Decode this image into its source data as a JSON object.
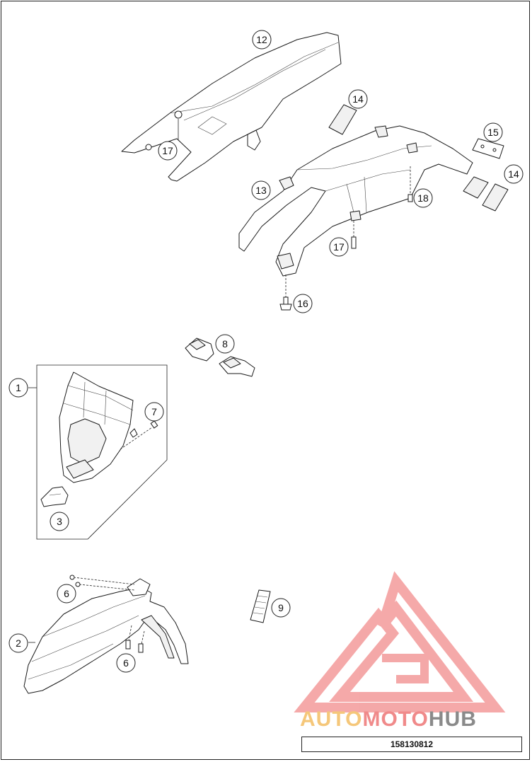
{
  "callouts": [
    {
      "id": "c12",
      "label": "12"
    },
    {
      "id": "c14a",
      "label": "14"
    },
    {
      "id": "c15",
      "label": "15"
    },
    {
      "id": "c14b",
      "label": "14"
    },
    {
      "id": "c17a",
      "label": "17"
    },
    {
      "id": "c13",
      "label": "13"
    },
    {
      "id": "c18",
      "label": "18"
    },
    {
      "id": "c17b",
      "label": "17"
    },
    {
      "id": "c16",
      "label": "16"
    },
    {
      "id": "c8",
      "label": "8"
    },
    {
      "id": "c1",
      "label": "1"
    },
    {
      "id": "c7",
      "label": "7"
    },
    {
      "id": "c3",
      "label": "3"
    },
    {
      "id": "c6a",
      "label": "6"
    },
    {
      "id": "c9",
      "label": "9"
    },
    {
      "id": "c2",
      "label": "2"
    },
    {
      "id": "c6b",
      "label": "6"
    }
  ],
  "watermark": {
    "part1": "AUTO",
    "part2": "MOTO",
    "part3": "HUB",
    "color_auto": "#f5c77a",
    "color_moto": "#f08a8a",
    "color_hub": "#8a8a8a",
    "logo_color": "#f39a9a"
  },
  "reference_number": "158130812"
}
